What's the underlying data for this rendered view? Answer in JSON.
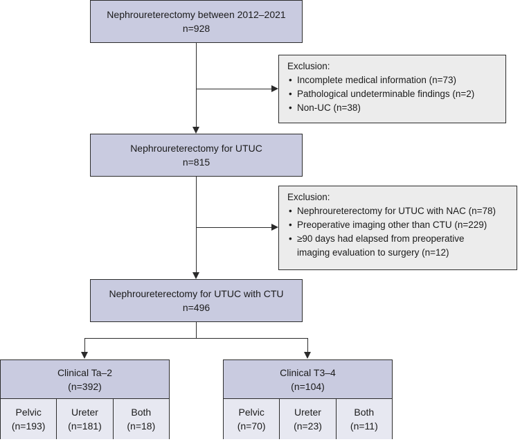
{
  "boxes": {
    "step1": {
      "line1": "Nephroureterectomy between 2012–2021",
      "line2": "n=928"
    },
    "step2": {
      "line1": "Nephroureterectomy for UTUC",
      "line2": "n=815"
    },
    "step3": {
      "line1": "Nephroureterectomy for UTUC with CTU",
      "line2": "n=496"
    }
  },
  "exclusion1": {
    "title": "Exclusion:",
    "items": [
      "Incomplete medical information (n=73)",
      "Pathological undeterminable findings (n=2)",
      "Non-UC (n=38)"
    ]
  },
  "exclusion2": {
    "title": "Exclusion:",
    "items": [
      "Nephroureterectomy for UTUC with NAC (n=78)",
      "Preoperative imaging other than CTU (n=229)",
      "≥90 days had elapsed from preoperative imaging evaluation to surgery (n=12)"
    ]
  },
  "groups": [
    {
      "title": "Clinical Ta–2",
      "count": "(n=392)",
      "cells": [
        {
          "label": "Pelvic",
          "count": "(n=193)"
        },
        {
          "label": "Ureter",
          "count": "(n=181)"
        },
        {
          "label": "Both",
          "count": "(n=18)"
        }
      ]
    },
    {
      "title": "Clinical T3–4",
      "count": "(n=104)",
      "cells": [
        {
          "label": "Pelvic",
          "count": "(n=70)"
        },
        {
          "label": "Ureter",
          "count": "(n=23)"
        },
        {
          "label": "Both",
          "count": "(n=11)"
        }
      ]
    }
  ],
  "colors": {
    "main_fill": "#c9cbe0",
    "cell_fill": "#e7e8f1",
    "exclusion_fill": "#ececec",
    "line": "#2b2b2b"
  }
}
